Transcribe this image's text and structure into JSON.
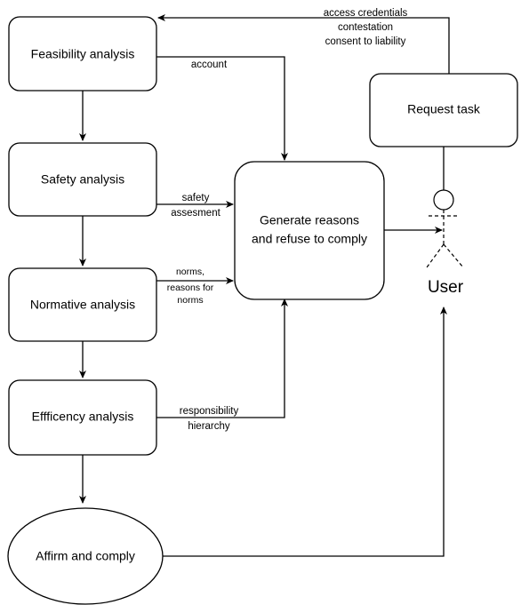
{
  "diagram": {
    "nodes": {
      "feasibility": "Feasibility analysis",
      "safety": "Safety  analysis",
      "normative": "Normative  analysis",
      "efficiency": "Effficency analysis",
      "affirm": "Affirm and comply",
      "generate_line1": "Generate reasons",
      "generate_line2": "and refuse to comply",
      "request": "Request task"
    },
    "actor": {
      "label": "User",
      "icon": "stick-figure-icon"
    },
    "edges": {
      "user_to_feasibility": {
        "line1": "access credentials",
        "line2": "contestation",
        "line3": "consent to liability"
      },
      "feasibility_to_generate": "account",
      "safety_to_generate": {
        "line1": "safety",
        "line2": "assesment"
      },
      "normative_to_generate": {
        "line1": "norms,",
        "line2": "reasons for",
        "line3": "norms"
      },
      "efficiency_to_generate": {
        "line1": "responsibility",
        "line2": "hierarchy"
      }
    },
    "colors": {
      "stroke": "#000000",
      "fill": "#ffffff"
    }
  }
}
